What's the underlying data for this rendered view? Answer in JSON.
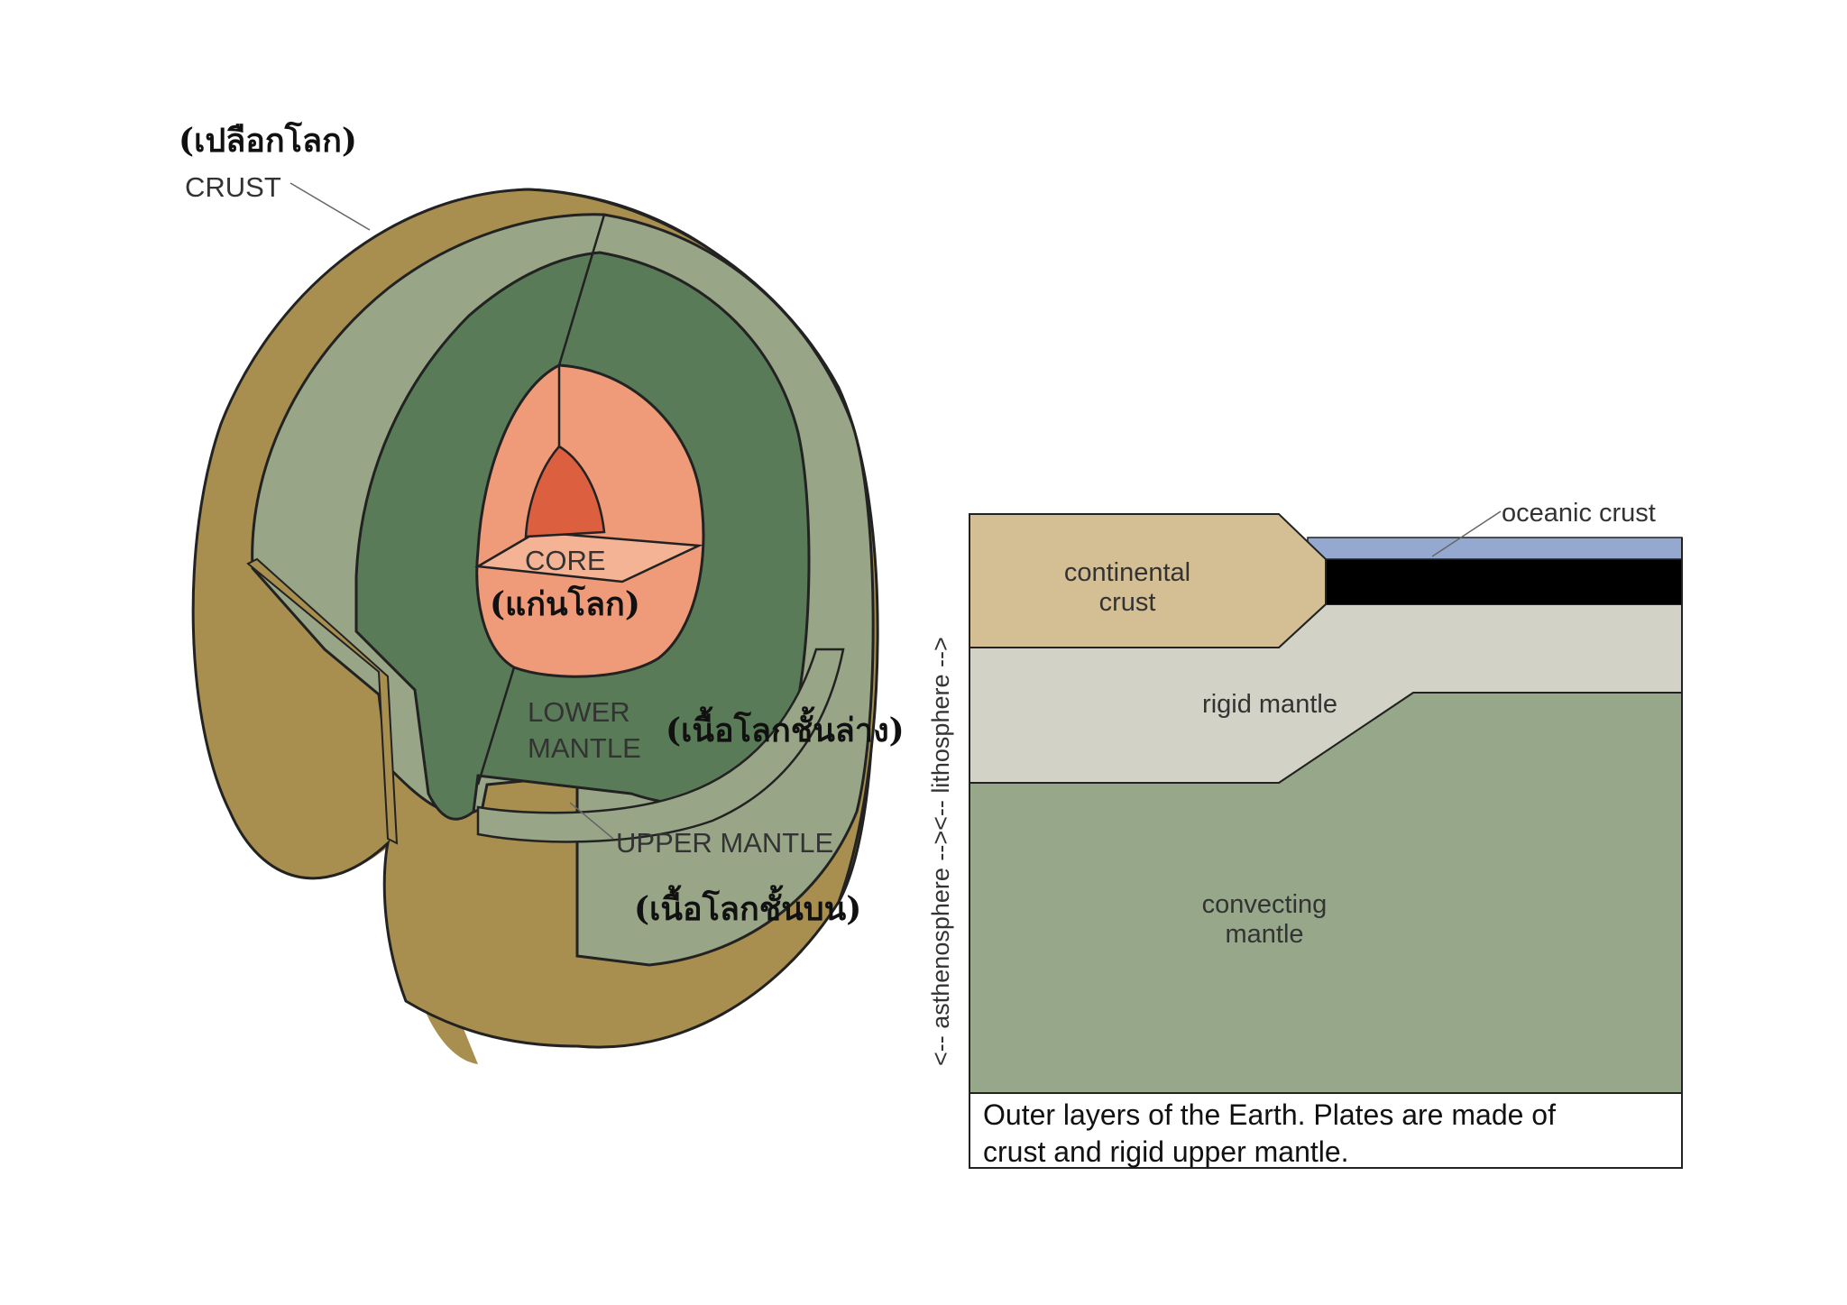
{
  "earth_cutaway": {
    "crust": {
      "thai": "(เปลือกโลก)",
      "english": "CRUST"
    },
    "core": {
      "english": "CORE",
      "thai": "(แก่นโลก)"
    },
    "lower_mantle": {
      "english_line1": "LOWER",
      "english_line2": "MANTLE",
      "thai": "(เนื้อโลกชั้นล่าง)"
    },
    "upper_mantle": {
      "english": "UPPER MANTLE",
      "thai": "(เนื้อโลกชั้นบน)"
    },
    "colors": {
      "crust": "#a88f4f",
      "upper_mantle": "#98a687",
      "lower_mantle": "#5a7b57",
      "outer_core": "#ef9a78",
      "inner_core": "#dc5f3f"
    }
  },
  "cross_section": {
    "oceanic_crust": "oceanic crust",
    "continental_crust_line1": "continental",
    "continental_crust_line2": "crust",
    "rigid_mantle": "rigid mantle",
    "convecting_mantle_line1": "convecting",
    "convecting_mantle_line2": "mantle",
    "side_axis": "<-- asthenosphere --><-- lithosphere -->",
    "caption_line1": "Outer layers of the Earth. Plates are made of",
    "caption_line2": "crust and rigid upper mantle.",
    "colors": {
      "continental_crust": "#d4bf94",
      "oceanic_crust_top": "#94a8d0",
      "oceanic_lithosphere": "#000000",
      "rigid_mantle": "#d2d2c6",
      "convecting_mantle": "#97a88a"
    }
  }
}
